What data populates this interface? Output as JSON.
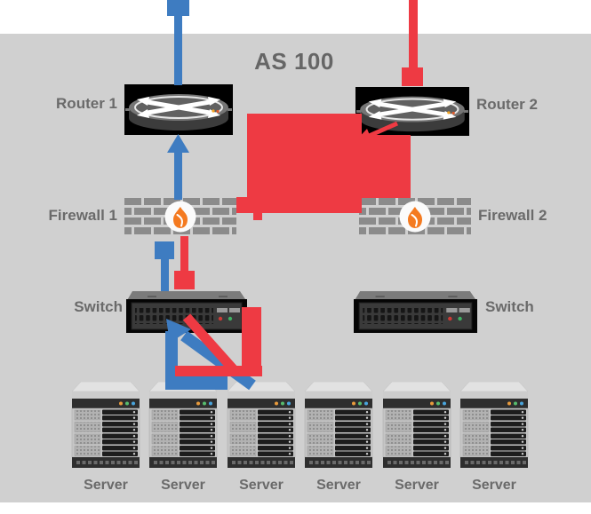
{
  "diagram": {
    "as_label": "AS 100",
    "router1_label": "Router 1",
    "router2_label": "Router 2",
    "firewall1_label": "Firewall 1",
    "firewall2_label": "Firewall 2",
    "switch1_label": "Switch",
    "switch2_label": "Switch",
    "servers": [
      {
        "label": "Server"
      },
      {
        "label": "Server"
      },
      {
        "label": "Server"
      },
      {
        "label": "Server"
      },
      {
        "label": "Server"
      },
      {
        "label": "Server"
      }
    ],
    "icons": {
      "router": "router-disc-icon",
      "firewall": "brick-wall-flame-icon",
      "switch": "rack-switch-icon",
      "server": "rack-server-icon"
    },
    "colors": {
      "canvas_gray": "#d0d0d0",
      "primary_path_blue": "#3e7cc1",
      "failover_path_red": "#ee3a43",
      "label_gray": "#6a6a6a",
      "brick_gray": "#8b8b8b",
      "flame_orange": "#f47a20"
    }
  }
}
